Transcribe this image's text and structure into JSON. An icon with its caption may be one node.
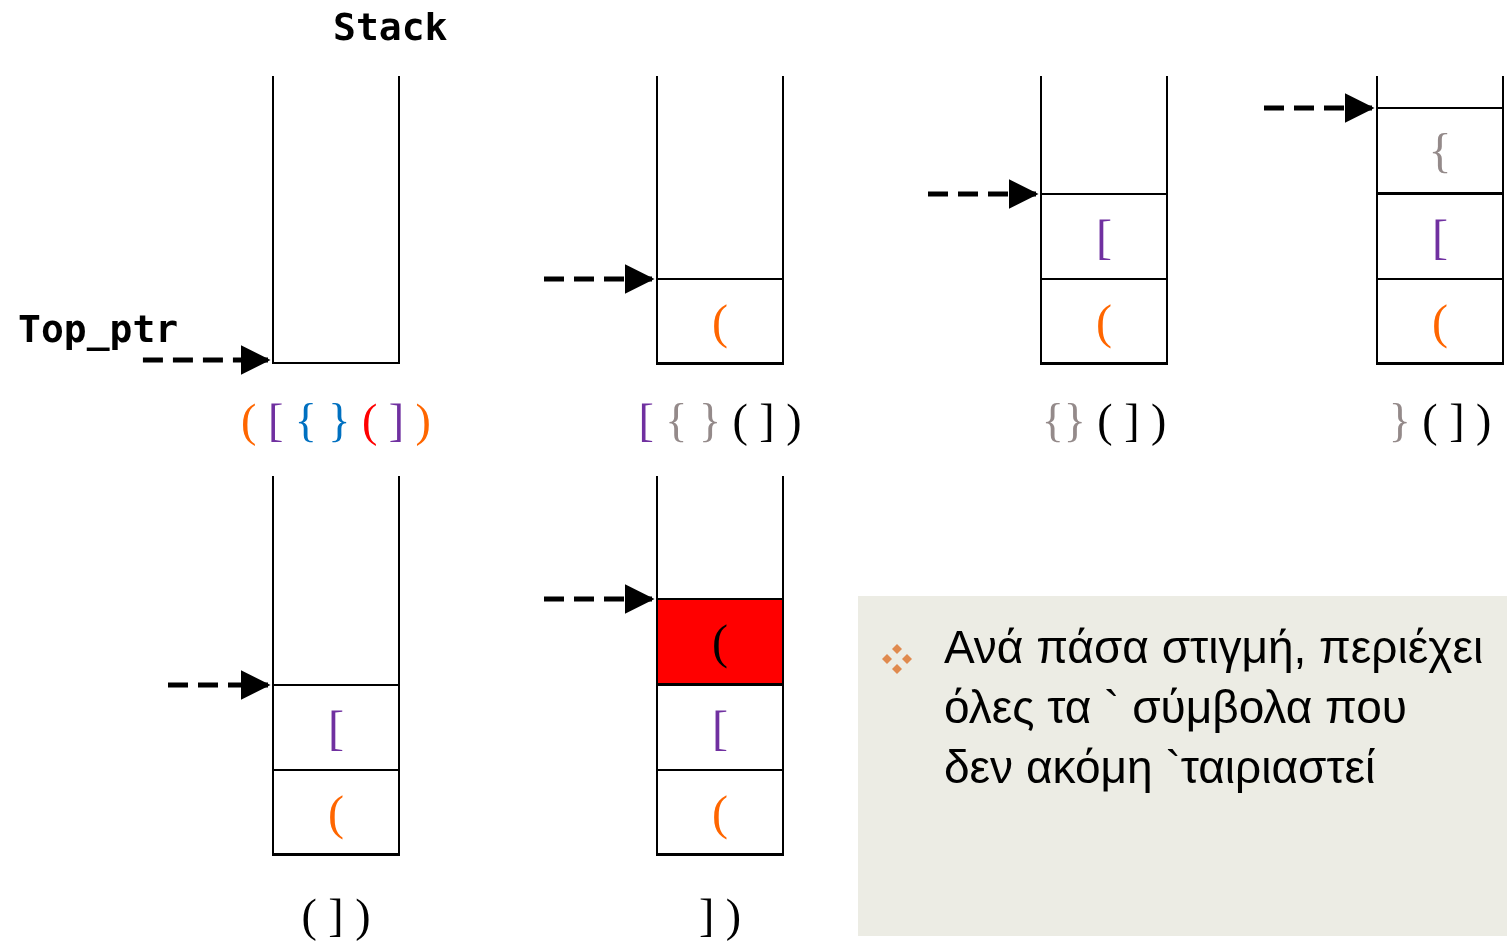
{
  "diagram": {
    "nodes": [
      {
        "text": [
          "Top_ptr"
        ]
      },
      {
        "text": [],
        "shape": "box",
        "beside": [
          "( [ { } ( ] )"
        ]
      },
      {
        "text": [],
        "shape": "box",
        "beside": [
          "[ { } ( ] )"
        ]
      },
      {
        "text": [
          "("
        ],
        "in": 2
      },
      {
        "text": [],
        "shape": "box",
        "beside": [
          "{} ( ] )"
        ]
      },
      {
        "text": [
          "["
        ],
        "in": 4
      },
      {
        "text": [
          "("
        ],
        "in": 4
      },
      {
        "text": [],
        "shape": "box",
        "beside": [
          "} ( ] )"
        ]
      },
      {
        "text": [
          "{"
        ],
        "in": 7
      },
      {
        "text": [
          "["
        ],
        "in": 7
      },
      {
        "text": [
          "("
        ],
        "in": 7
      },
      {
        "text": [],
        "shape": "box",
        "beside": [
          "( ] )"
        ]
      },
      {
        "text": [
          "["
        ],
        "in": 11
      },
      {
        "text": [
          "("
        ],
        "in": 11
      },
      {
        "text": [],
        "shape": "box",
        "beside": [
          "] )"
        ]
      },
      {
        "text": [
          "("
        ],
        "in": 14
      },
      {
        "text": [
          "["
        ],
        "in": 14
      },
      {
        "text": [
          "("
        ],
        "in": 14
      },
      {
        "text": [
          "Ανά πάσα στιγμή, περιέχει όλες τα ` σύμβολα που δεν ακόμη `ταιριαστεί"
        ]
      }
    ],
    "edges": [
      {
        "from": 0,
        "to": 1,
        "arrow": "to",
        "style": "dashed"
      },
      {
        "from": null,
        "to": 3,
        "arrow": "to",
        "style": "dashed"
      },
      {
        "from": null,
        "to": 5,
        "arrow": "to",
        "style": "dashed"
      },
      {
        "from": null,
        "to": 8,
        "arrow": "to",
        "style": "dashed"
      },
      {
        "from": null,
        "to": 12,
        "arrow": "to",
        "style": "dashed"
      },
      {
        "from": null,
        "to": 15,
        "arrow": "to",
        "style": "dashed"
      }
    ],
    "labels": [
      "Stack"
    ]
  }
}
